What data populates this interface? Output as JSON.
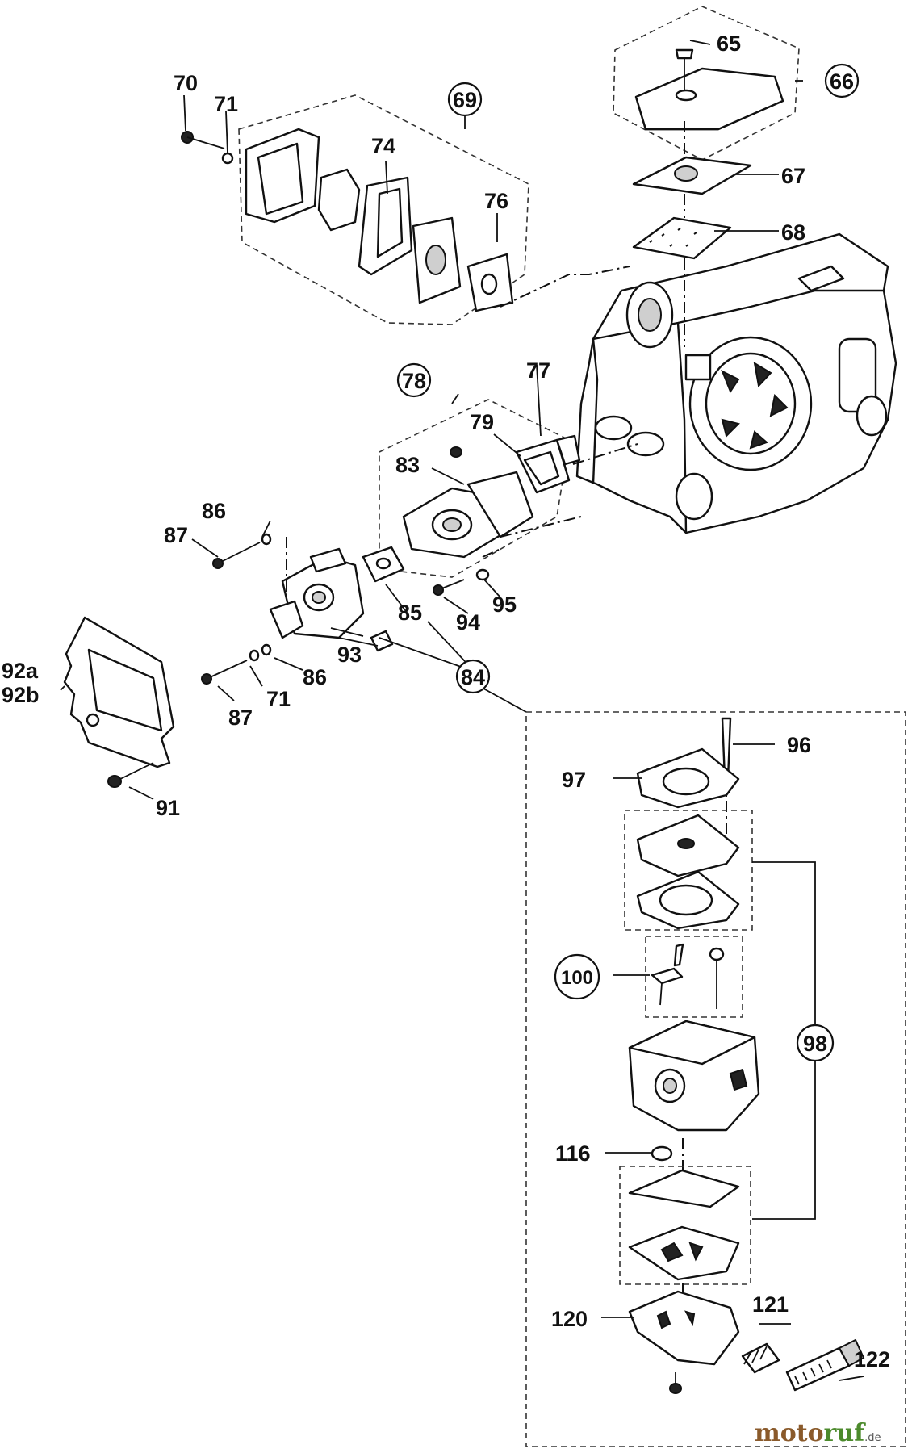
{
  "labels": {
    "p65": "65",
    "p66": "66",
    "p67": "67",
    "p68": "68",
    "p69": "69",
    "p70": "70",
    "p71a": "71",
    "p74": "74",
    "p76": "76",
    "p77": "77",
    "p78": "78",
    "p79": "79",
    "p83": "83",
    "p84": "84",
    "p85": "85",
    "p86a": "86",
    "p87a": "87",
    "p86b": "86",
    "p87b": "87",
    "p71b": "71",
    "p93": "93",
    "p94": "94",
    "p95": "95",
    "p92a": "92a",
    "p92b": "92b",
    "p91": "91",
    "p96": "96",
    "p97": "97",
    "p98": "98",
    "p100": "100",
    "p116": "116",
    "p120": "120",
    "p121": "121",
    "p122": "122"
  },
  "watermark": {
    "brand_part1": "moto",
    "brand_part2": "ruf",
    "tld": ".de"
  }
}
